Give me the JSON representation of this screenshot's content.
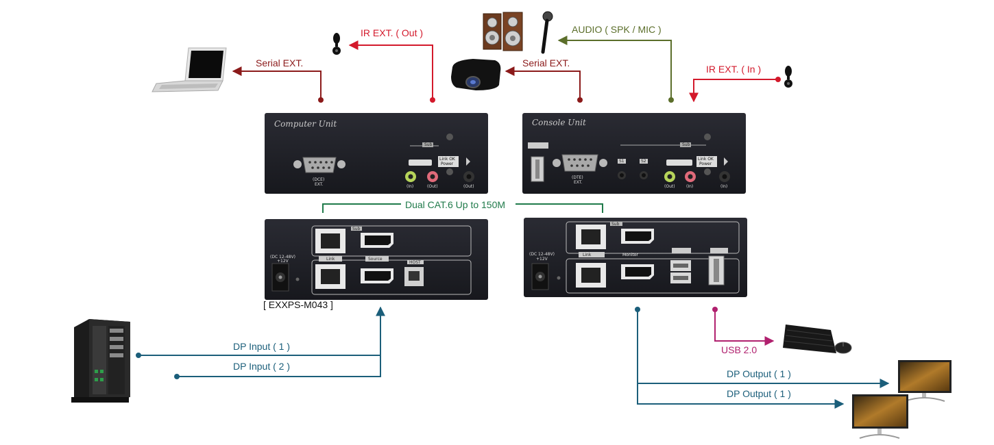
{
  "labels": {
    "ir_out": "IR EXT. ( Out )",
    "serial_left": "Serial EXT.",
    "serial_right": "Serial EXT.",
    "audio": "AUDIO ( SPK / MIC )",
    "ir_in": "IR EXT. ( In )",
    "cat6": "Dual CAT.6 Up to 150M",
    "model": "[ EXXPS-M043 ]",
    "dp_in_1": "DP Input ( 1 )",
    "dp_in_2": "DP Input ( 2 )",
    "usb": "USB 2.0",
    "dp_out_1": "DP Output ( 1 )",
    "dp_out_2": "DP Output ( 1 )"
  },
  "units": {
    "computer_front": {
      "title": "Computer Unit",
      "serial_label_1": "(DCE)",
      "serial_label_2": "EXT.",
      "sub": "Sub",
      "link_ok": "Link OK",
      "power": "Power",
      "in": "(In)",
      "out": "(Out)",
      "ir_out": "(Out)"
    },
    "console_front": {
      "title": "Console Unit",
      "serial_label_1": "(DTE)",
      "serial_label_2": "EXT.",
      "sub": "Sub",
      "link_ok": "Link OK",
      "power": "Power",
      "s1": "S1",
      "s2": "S2",
      "out": "(Out)",
      "in": "(In)",
      "ir_in": "(In)"
    },
    "computer_rear": {
      "power_label": "(DC 12-48V)",
      "power_volt": "+12V",
      "sub": "Sub",
      "link": "Link",
      "source": "Source",
      "host": "HOST"
    },
    "console_rear": {
      "power_label": "(DC 12-48V)",
      "power_volt": "+12V",
      "sub": "Sub",
      "link": "Link",
      "monitor": "Monitor"
    }
  },
  "colors": {
    "red": "#d3192b",
    "dark_red": "#8b1a1a",
    "olive": "#5b6e2a",
    "green": "#1f7a4a",
    "blue": "#1b5e7a",
    "magenta": "#b0206e",
    "panel": "#1e1f26"
  },
  "icons": [
    "laptop-icon",
    "ir-receiver-icon",
    "speakers-icon",
    "microphone-icon",
    "projector-icon",
    "pc-tower-icon",
    "keyboard-mouse-icon",
    "monitor-icon"
  ]
}
